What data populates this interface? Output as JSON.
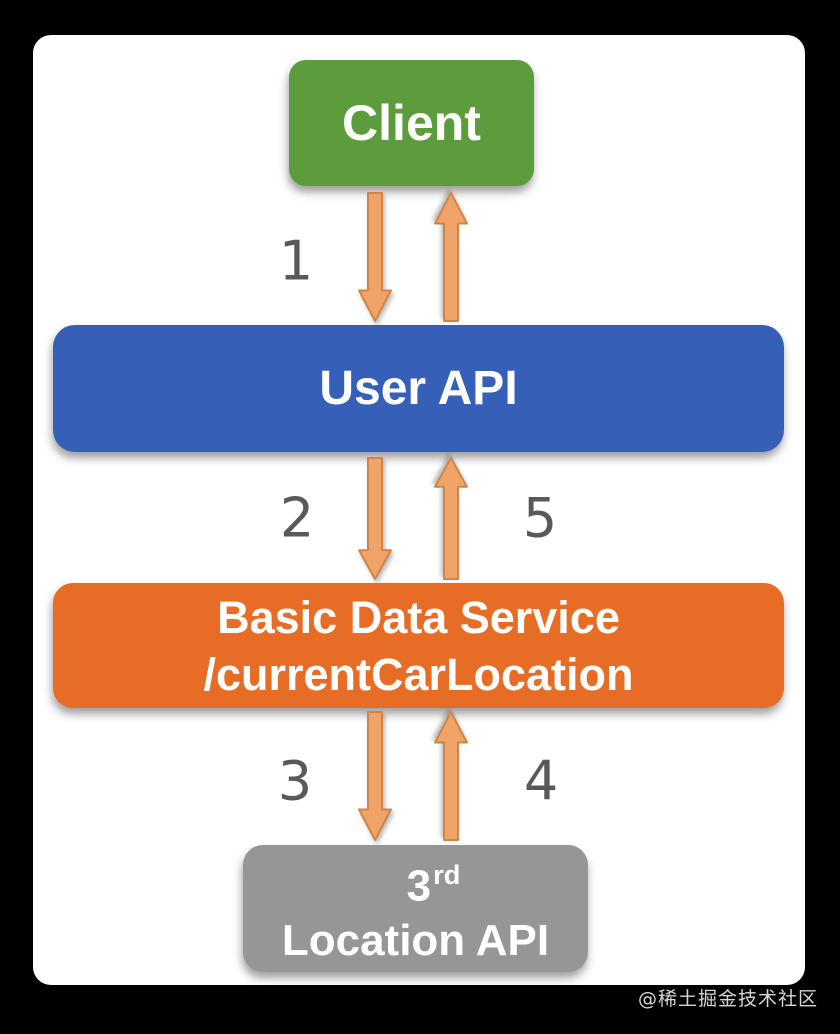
{
  "diagram": {
    "nodes": {
      "client": {
        "label": "Client",
        "color": "#5d9c3c"
      },
      "user_api": {
        "label": "User API",
        "color": "#365fb7"
      },
      "basic_data_service": {
        "line1": "Basic Data Service",
        "line2": "/currentCarLocation",
        "color": "#e76d26"
      },
      "third_party_location_api": {
        "line1_base": "3",
        "line1_sup": "rd",
        "line2": "Location API",
        "color": "#969696"
      }
    },
    "step_labels": {
      "s1": "1",
      "s2": "2",
      "s3": "3",
      "s4": "4",
      "s5": "5"
    },
    "step_number_color": "#595959",
    "arrow": {
      "fill": "#efa368",
      "stroke": "#d28445"
    }
  },
  "watermark": {
    "text": "@稀土掘金技术社区"
  }
}
